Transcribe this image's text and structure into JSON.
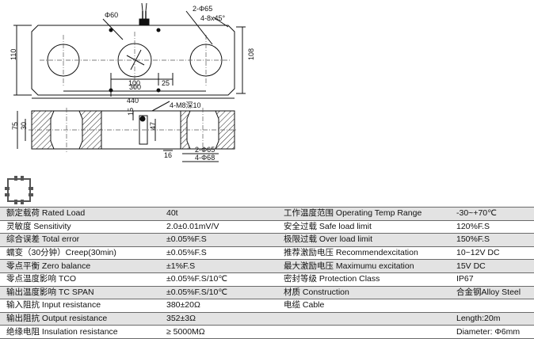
{
  "drawing": {
    "labels": {
      "hole_top": "Φ60",
      "holes_2": "2-Φ65",
      "chamfer": "4-8x45°",
      "height_110": "110",
      "height_108": "108",
      "dim_100": "100",
      "dim_25": "25",
      "dim_300": "300",
      "dim_440": "440",
      "thread": "4-M8深10",
      "dim_15": "15",
      "dim_47": "47",
      "dim_75": "75",
      "dim_30": "30",
      "dim_16": "16",
      "side_holes_65": "2-Φ65",
      "side_holes_68": "4-Φ68"
    }
  },
  "specs": [
    [
      "额定载荷 Rated Load",
      "40t",
      "工作温度范围 Operating Temp Range",
      "-30~+70℃"
    ],
    [
      "灵敏度 Sensitivity",
      "2.0±0.01mV/V",
      "安全过载 Safe load limit",
      "120%F.S"
    ],
    [
      "综合误差 Total error",
      "±0.05%F.S",
      "极限过载 Over load limit",
      "150%F.S"
    ],
    [
      "蠕变（30分钟）Creep(30min)",
      "±0.05%F.S",
      "推荐激励电压 Recommendexcitation",
      "10~12V DC"
    ],
    [
      "零点平衡 Zero balance",
      "±1%F.S",
      "最大激励电压 Maximumu excitation",
      "15V DC"
    ],
    [
      "零点温度影响 TCO",
      "±0.05%F.S/10℃",
      "密封等级 Protection Class",
      "IP67"
    ],
    [
      "输出温度影响 TC SPAN",
      "±0.05%F.S/10℃",
      "材质 Construction",
      "合金钢Alloy Steel"
    ],
    [
      "输入阻抗 Input resistance",
      "380±20Ω",
      "电缆 Cable",
      ""
    ],
    [
      "输出阻抗 Output resistance",
      "352±3Ω",
      "",
      "Length:20m"
    ],
    [
      "绝缘电阻 Insulation resistance",
      "≥ 5000MΩ",
      "",
      "Diameter: Φ6mm"
    ]
  ]
}
